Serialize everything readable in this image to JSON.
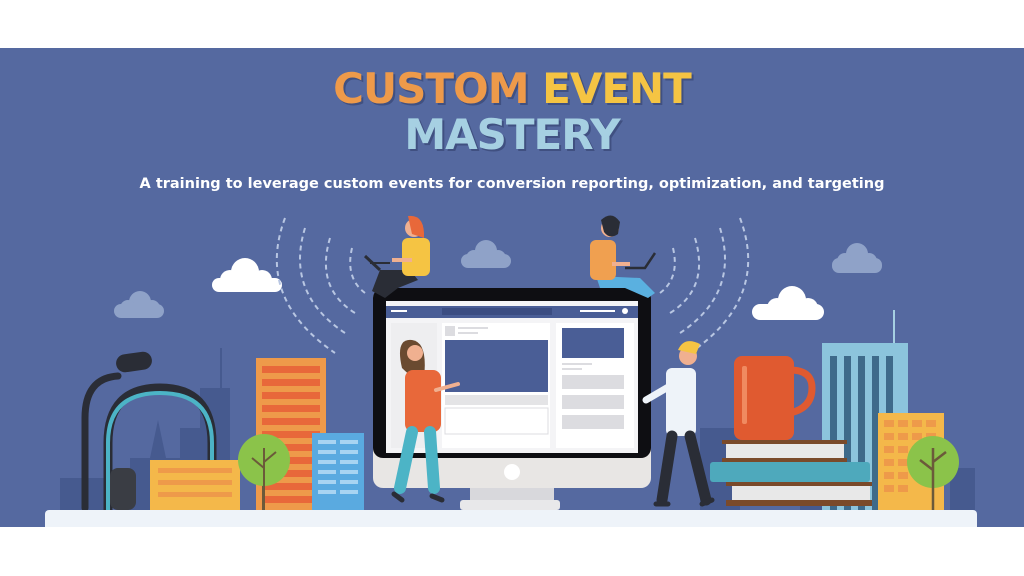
{
  "title": {
    "line1_word1": "CUSTOM",
    "line1_word2": "EVENT",
    "line2": "MASTERY"
  },
  "subtitle": "A training to leverage custom events for conversion reporting, optimization, and targeting",
  "colors": {
    "background": "#5569a0",
    "title_orange": "#ee9a4a",
    "title_yellow": "#f5c443",
    "title_lightblue": "#a6d0e2",
    "subtitle": "#ffffff"
  },
  "illustration": {
    "elements": [
      "desk-lamp",
      "headphones",
      "city-skyline",
      "trees",
      "clouds",
      "wifi-signal-arcs",
      "monitor-with-social-feed",
      "woman-with-laptop",
      "man-with-laptop",
      "woman-pointing",
      "man-holding-monitor",
      "coffee-mug",
      "book-stack"
    ]
  }
}
